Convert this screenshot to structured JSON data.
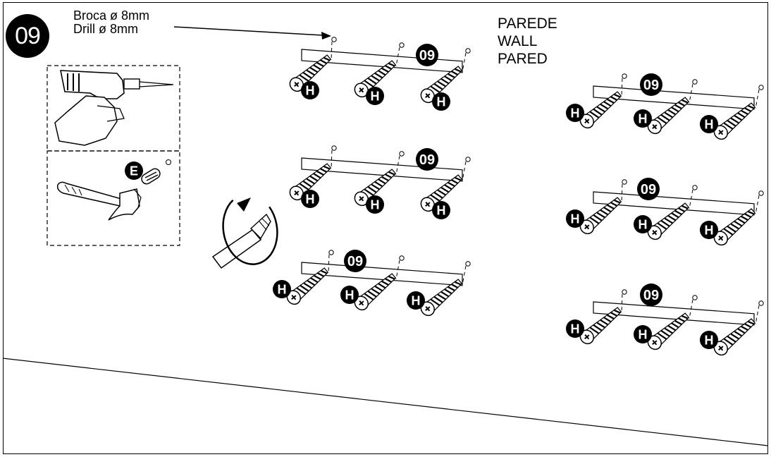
{
  "step": {
    "number": "09"
  },
  "drill_spec": {
    "line1": "Broca ø 8mm",
    "line2": "Drill ø 8mm"
  },
  "wall_label": {
    "pt": "PAREDE",
    "en": "WALL",
    "es": "PARED"
  },
  "part_labels": {
    "dowel": "E",
    "screw": "H",
    "board": "09"
  },
  "icons": [
    "drill-icon",
    "hammer-icon",
    "screwdriver-icon",
    "rotate-arrow-icon"
  ]
}
